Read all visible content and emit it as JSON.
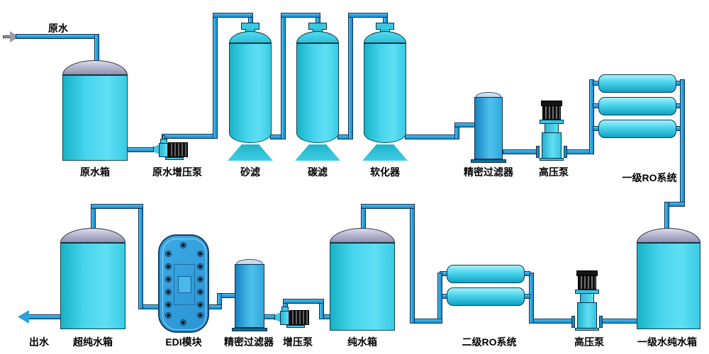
{
  "diagram": {
    "labels": {
      "raw_water": "原水",
      "raw_water_tank": "原水箱",
      "raw_water_booster_pump": "原水增压泵",
      "sand_filter": "砂滤",
      "carbon_filter": "碳滤",
      "softener": "软化器",
      "precision_filter_top": "精密过滤器",
      "high_pressure_pump_top": "高压泵",
      "stage1_ro_system": "一级RO系统",
      "stage1_pure_water_tank": "一级水纯水箱",
      "high_pressure_pump_bottom": "高压泵",
      "stage2_ro_system": "二级RO系统",
      "pure_water_tank": "纯水箱",
      "booster_pump": "增压泵",
      "precision_filter_bottom": "精密过滤器",
      "edi_module": "EDI模块",
      "ultrapure_water_tank": "超纯水箱",
      "water_outlet": "出水"
    },
    "colors": {
      "pipe_fill": "#29A3DC",
      "pipe_border": "#0D3050",
      "tank_body_cyan": "#45D4EC",
      "tank_dome_gray": "#A9A9C6",
      "ro_tube_cyan": "#50D6EE",
      "edi_blue": "#2F9EDC",
      "pump_motor_black": "#141414",
      "label_text": "#000000",
      "background": "#FFFFFF"
    }
  }
}
